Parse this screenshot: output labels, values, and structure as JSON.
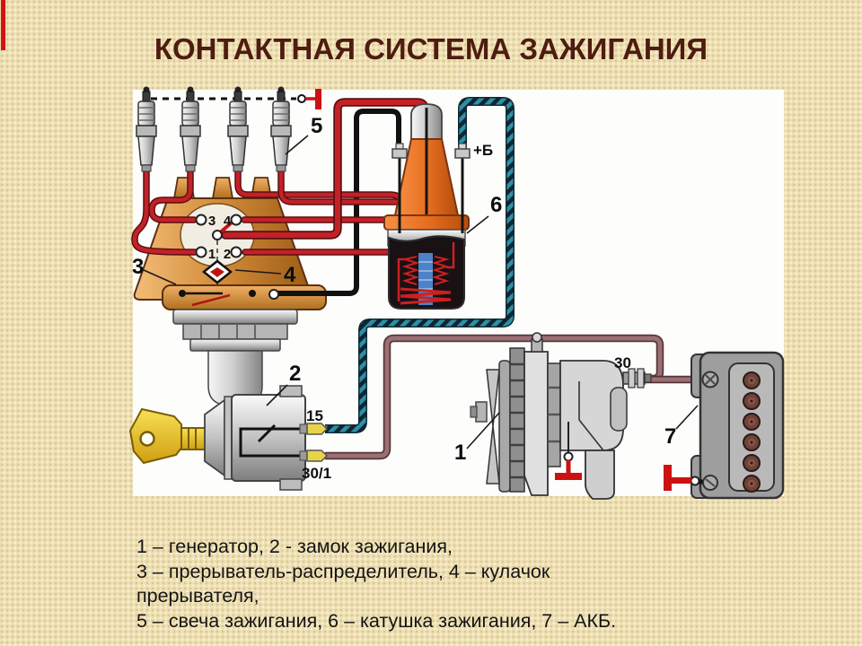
{
  "title": "КОНТАКТНАЯ СИСТЕМА ЗАЖИГАНИЯ",
  "legend": {
    "line1": "1 – генератор, 2 -  замок зажигания,",
    "line2": "3 – прерыватель-распределитель, 4 – кулачок",
    "line3": "прерывателя,",
    "line4": "5 – свеча зажигания, 6 – катушка зажигания, 7 – АКБ."
  },
  "labels": {
    "generator": "1",
    "ignition_lock": "2",
    "distributor": "3",
    "breaker_cam": "4",
    "spark_plug": "5",
    "ignition_coil": "6",
    "battery": "7"
  },
  "terminals": {
    "coil_battery": "+Б",
    "lock_15": "15",
    "lock_30_1": "30/1",
    "generator_30": "30",
    "cap_terminal_1": "1",
    "cap_terminal_2": "2",
    "cap_terminal_3": "3",
    "cap_terminal_4": "4"
  },
  "colors": {
    "background": "#eee0b4",
    "title_text": "#4e1c10",
    "high_voltage_wire": "#c42127",
    "switch_feed_wire": "#2f8fa8",
    "battery_feed_wire": "#9b7073",
    "ground_symbol": "#cc1111"
  }
}
